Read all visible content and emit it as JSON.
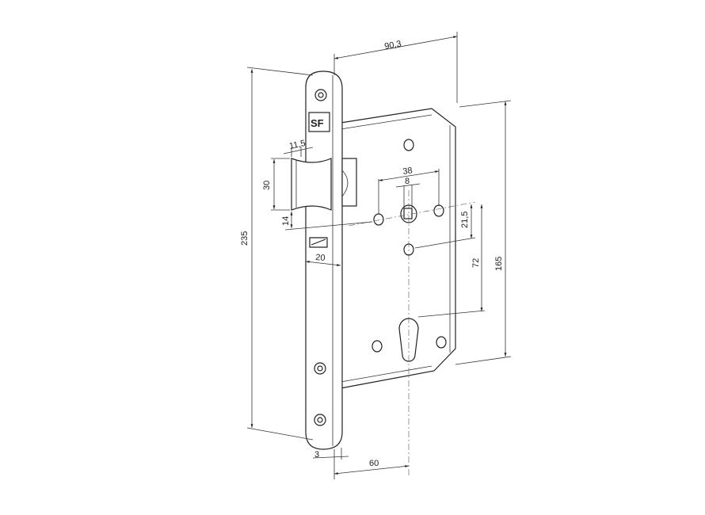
{
  "title": "Mortise lock dimension drawing",
  "logo_text": "SF",
  "dimensions": {
    "backset_total": "90,3",
    "faceplate_height": "235",
    "case_height": "165",
    "handle_to_cylinder": "72",
    "handle_to_hole": "21,5",
    "handle_hole_spacing": "38",
    "spindle_square": "8",
    "latch_projection": "11,5",
    "latch_height": "30",
    "latch_offset": "14",
    "faceplate_width": "20",
    "faceplate_thickness": "3",
    "backset": "60"
  }
}
